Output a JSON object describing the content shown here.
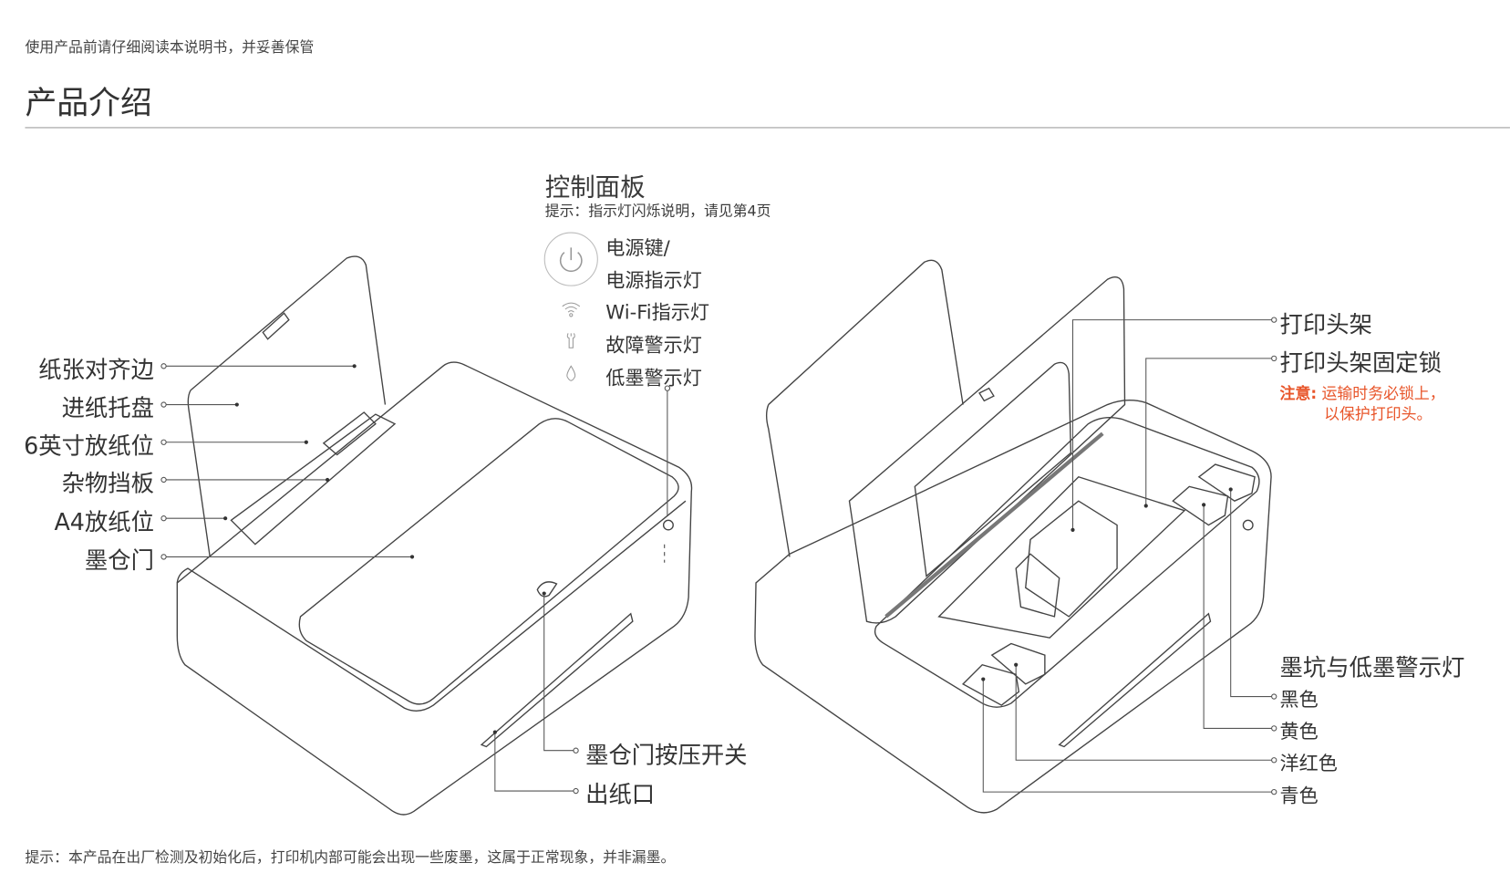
{
  "header": {
    "note": "使用产品前请仔细阅读本说明书，并妥善保管",
    "title": "产品介绍"
  },
  "control_panel": {
    "title": "控制面板",
    "hint": "提示：指示灯闪烁说明，请见第4页",
    "items": [
      {
        "icon": "power-icon",
        "label": "电源键/"
      },
      {
        "icon": "power-icon",
        "label": "电源指示灯"
      },
      {
        "icon": "wifi-icon",
        "label": "Wi-Fi指示灯"
      },
      {
        "icon": "wrench-icon",
        "label": "故障警示灯"
      },
      {
        "icon": "ink-drop-icon",
        "label": "低墨警示灯"
      }
    ]
  },
  "left_labels": [
    "纸张对齐边",
    "进纸托盘",
    "6英寸放纸位",
    "杂物挡板",
    "A4放纸位",
    "墨仓门"
  ],
  "bottom_labels": [
    "墨仓门按压开关",
    "出纸口"
  ],
  "right_labels": {
    "carriage": "打印头架",
    "carriage_lock": "打印头架固定锁",
    "warning_prefix": "注意:",
    "warning_line1": "运输时务必锁上，",
    "warning_line2": "以保护打印头。",
    "ink_title": "墨坑与低墨警示灯",
    "inks": [
      "黑色",
      "黄色",
      "洋红色",
      "青色"
    ]
  },
  "footer": "提示：本产品在出厂检测及初始化后，打印机内部可能会出现一些废墨，这属于正常现象，并非漏墨。",
  "colors": {
    "warning": "#e8552a",
    "line": "#555555"
  }
}
